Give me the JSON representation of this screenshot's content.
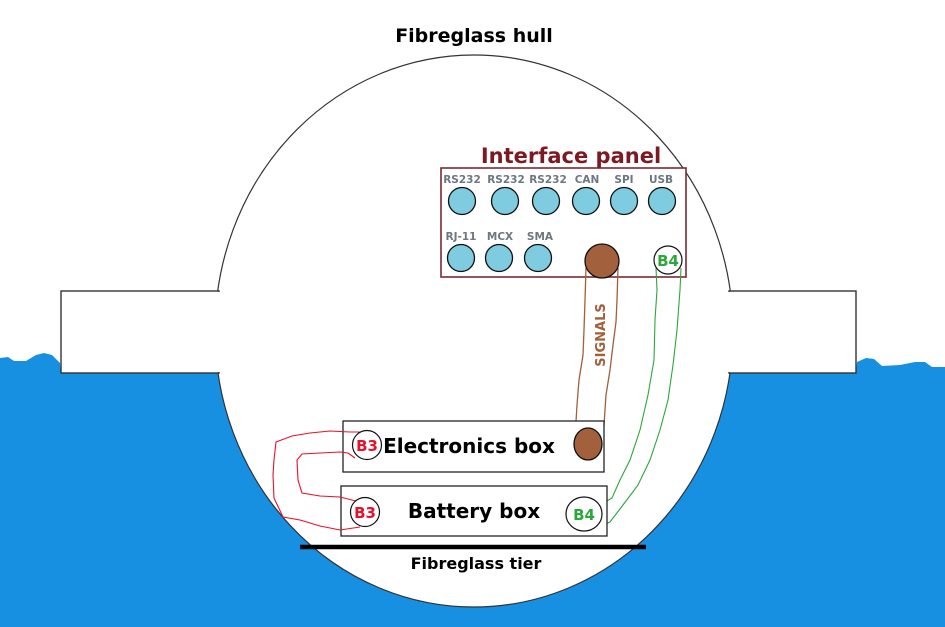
{
  "diagram": {
    "title": "Fibreglass hull",
    "colors": {
      "water": "#1790e2",
      "panel_border": "#7a2a30",
      "panel_title": "#7b1a22",
      "connector_fill": "#7fcbe0",
      "signal_connector": "#a2603c",
      "b3_wire": "#e8102a",
      "b4_wire": "#2aa838"
    },
    "interface_panel": {
      "title": "Interface panel",
      "row1": [
        "RS232",
        "RS232",
        "RS232",
        "CAN",
        "SPI",
        "USB"
      ],
      "row2": [
        "RJ-11",
        "MCX",
        "SMA"
      ],
      "b4_label": "B4"
    },
    "signals_label": "SIGNALS",
    "electronics_box": {
      "label": "Electronics box",
      "connector": "B3"
    },
    "battery_box": {
      "label": "Battery box",
      "connector_left": "B3",
      "connector_right": "B4"
    },
    "tier_label": "Fibreglass tier"
  }
}
